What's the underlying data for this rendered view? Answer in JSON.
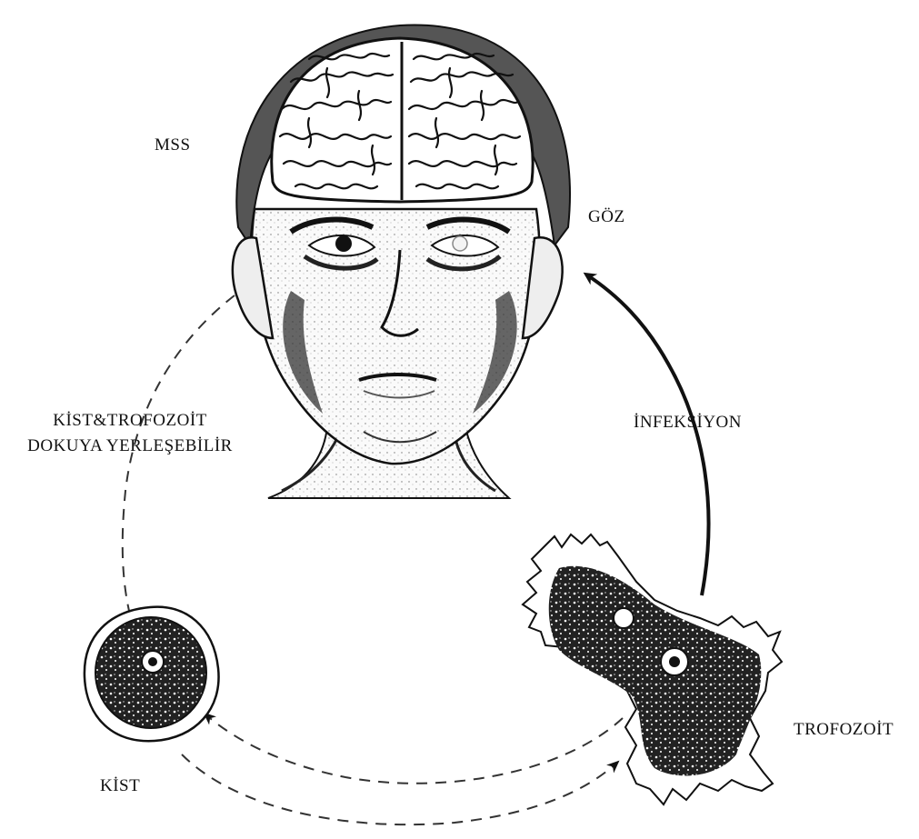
{
  "labels": {
    "mss": "MSS",
    "eye": "GÖZ",
    "infection": "İNFEKSİYON",
    "tissue_line1": "KİST&TROFOZOİT",
    "tissue_line2": "DOKUYA YERLEŞEBİLİR",
    "trophozoite": "TROFOZOİT",
    "cyst": "KİST"
  },
  "colors": {
    "ink": "#111111",
    "skin": "#f2f2f2",
    "shade": "#3a3a3a",
    "background": "#ffffff"
  },
  "icons": {
    "head": "human-head-illustration",
    "brain": "brain-illustration",
    "cyst": "cyst-illustration",
    "trophozoite": "trophozoite-illustration"
  }
}
